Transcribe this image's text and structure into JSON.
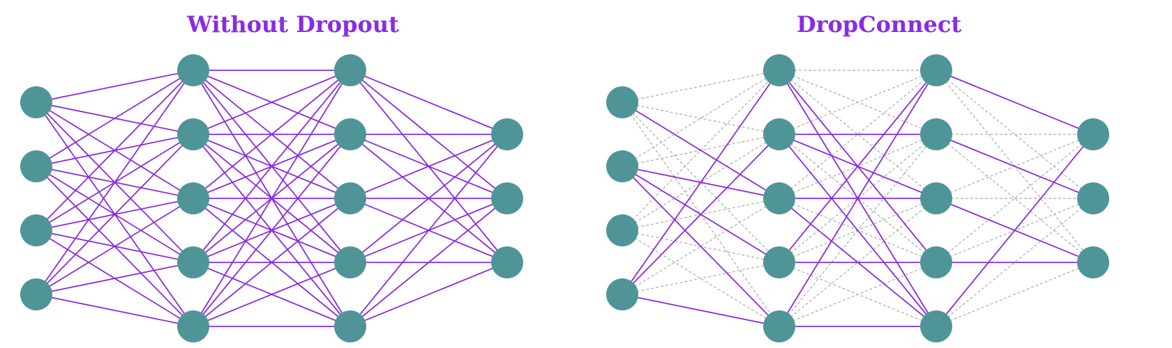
{
  "colors": {
    "node": "#4f9598",
    "active_edge": "#8a2be2",
    "dropped_edge": "#aaaaaa",
    "title": "#8a2be2",
    "background": "#ffffff"
  },
  "network": {
    "layers": [
      4,
      5,
      5,
      3
    ]
  },
  "panels": [
    {
      "title": "Without Dropout",
      "dropped_edges": []
    },
    {
      "title": "DropConnect",
      "dropped_edges": [
        [
          0,
          0,
          0
        ],
        [
          0,
          0,
          1
        ],
        [
          0,
          0,
          3
        ],
        [
          0,
          0,
          4
        ],
        [
          0,
          1,
          0
        ],
        [
          0,
          1,
          1
        ],
        [
          0,
          2,
          0
        ],
        [
          0,
          2,
          1
        ],
        [
          0,
          2,
          2
        ],
        [
          0,
          2,
          3
        ],
        [
          0,
          2,
          4
        ],
        [
          0,
          3,
          2
        ],
        [
          0,
          3,
          3
        ],
        [
          1,
          0,
          0
        ],
        [
          1,
          0,
          1
        ],
        [
          1,
          0,
          2
        ],
        [
          1,
          1,
          0
        ],
        [
          1,
          1,
          3
        ],
        [
          1,
          2,
          0
        ],
        [
          1,
          2,
          1
        ],
        [
          1,
          2,
          3
        ],
        [
          1,
          3,
          1
        ],
        [
          1,
          3,
          2
        ],
        [
          1,
          3,
          4
        ],
        [
          1,
          4,
          1
        ],
        [
          1,
          4,
          2
        ],
        [
          1,
          4,
          3
        ],
        [
          2,
          0,
          1
        ],
        [
          2,
          0,
          2
        ],
        [
          2,
          1,
          0
        ],
        [
          2,
          1,
          2
        ],
        [
          2,
          2,
          0
        ],
        [
          2,
          2,
          1
        ],
        [
          2,
          3,
          0
        ],
        [
          2,
          3,
          1
        ],
        [
          2,
          4,
          1
        ],
        [
          2,
          4,
          2
        ]
      ]
    }
  ]
}
